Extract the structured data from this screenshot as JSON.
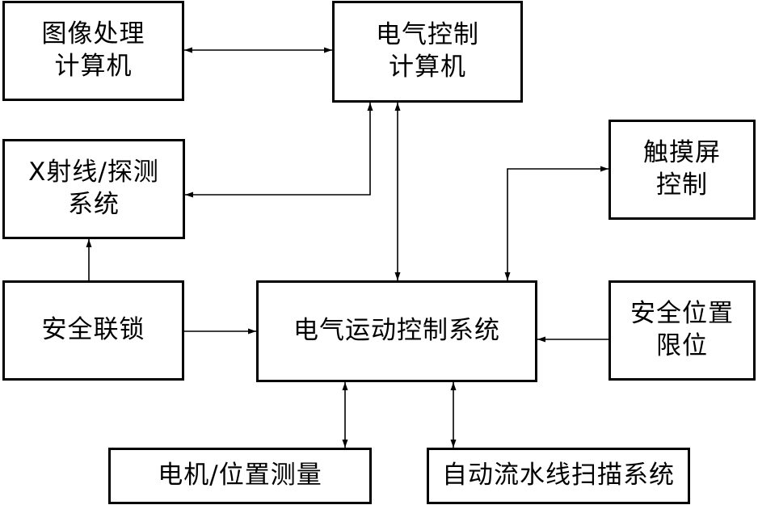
{
  "blocks": {
    "image_processing": {
      "line1": "图像处理",
      "line2": "计算机"
    },
    "electrical_control": {
      "line1": "电气控制",
      "line2": "计算机"
    },
    "xray_detection": {
      "line1": "X射线/探测",
      "line2": "系统"
    },
    "touchscreen": {
      "line1": "触摸屏",
      "line2": "控制"
    },
    "safety_interlock": {
      "line1": "安全联锁"
    },
    "motion_control": {
      "line1": "电气运动控制系统"
    },
    "safety_limit": {
      "line1": "安全位置",
      "line2": "限位"
    },
    "motor_position": {
      "line1": "电机/位置测量"
    },
    "conveyor_scan": {
      "line1": "自动流水线扫描系统"
    }
  }
}
